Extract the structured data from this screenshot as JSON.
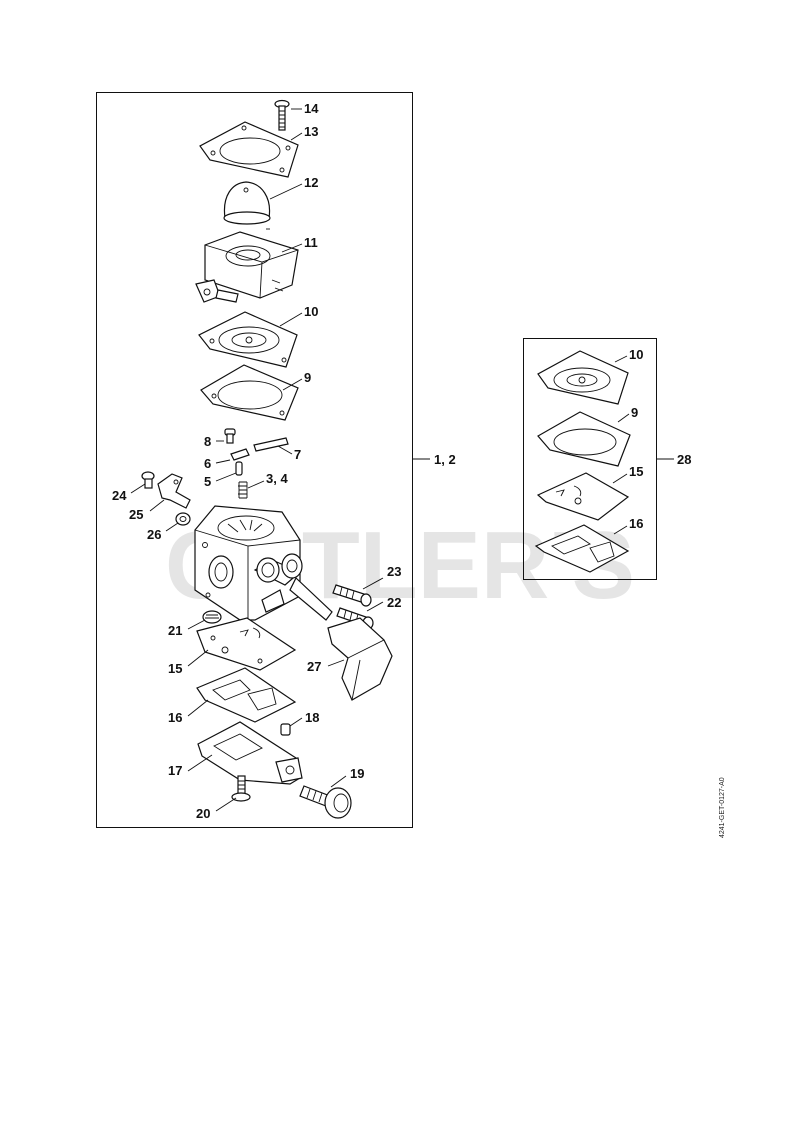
{
  "watermark": "CUTLER'S",
  "drawing_ref": "4241-GET-0127-A0",
  "main_group_label": "1, 2",
  "kit_label": "28",
  "labels": {
    "p3_4": "3, 4",
    "p5": "5",
    "p6": "6",
    "p7": "7",
    "p8": "8",
    "p9": "9",
    "p10": "10",
    "p11": "11",
    "p12": "12",
    "p13": "13",
    "p14": "14",
    "p15": "15",
    "p16": "16",
    "p17": "17",
    "p18": "18",
    "p19": "19",
    "p20": "20",
    "p21": "21",
    "p22": "22",
    "p23": "23",
    "p24": "24",
    "p25": "25",
    "p26": "26",
    "p27": "27"
  },
  "kit_labels": {
    "k10": "10",
    "k9": "9",
    "k15": "15",
    "k16": "16"
  }
}
